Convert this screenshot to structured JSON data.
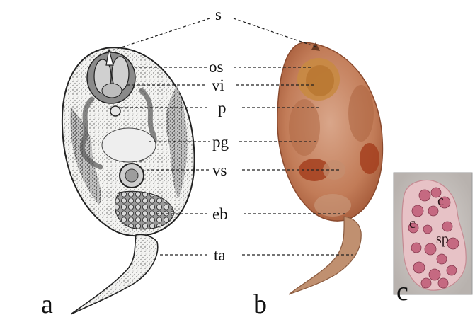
{
  "labels": {
    "s": "s",
    "os": "os",
    "vi": "vi",
    "p": "p",
    "pg": "pg",
    "vs": "vs",
    "eb": "eb",
    "ta": "ta"
  },
  "panels": {
    "a": "a",
    "b": "b",
    "c": "c"
  },
  "inset_labels": {
    "c1": "c",
    "c2": "c",
    "sp": "sp"
  }
}
